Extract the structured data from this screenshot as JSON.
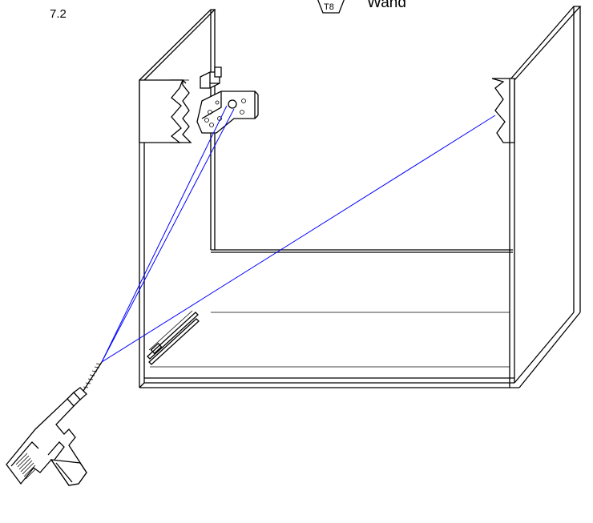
{
  "step": {
    "number": "7.2"
  },
  "hardware": {
    "code": "T8",
    "label": "Wand"
  },
  "colors": {
    "guide_line": "#0000ff",
    "outline": "#000000",
    "background": "#ffffff"
  },
  "icons": [
    "drill-icon",
    "wall-bracket-icon",
    "wall-plug-icon"
  ]
}
